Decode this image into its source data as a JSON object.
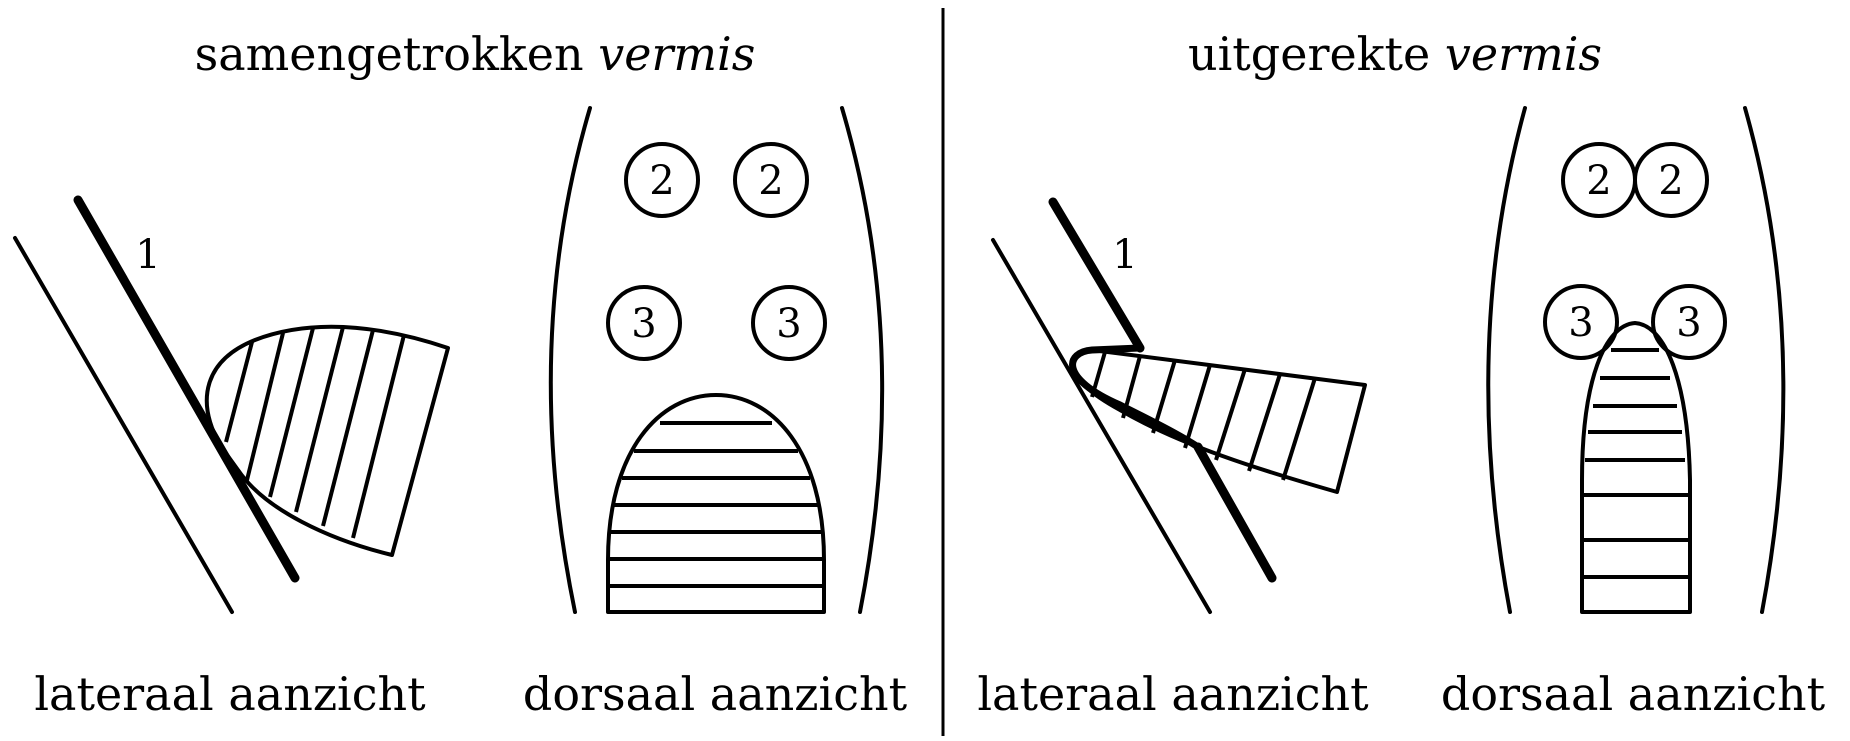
{
  "panels": {
    "left": {
      "title_prefix": "samengetrokken",
      "title_italic": "vermis",
      "lateral_caption": "lateraal aanzicht",
      "dorsal_caption": "dorsaal aanzicht",
      "label_1": "1",
      "labels_2": [
        "2",
        "2"
      ],
      "labels_3": [
        "3",
        "3"
      ]
    },
    "right": {
      "title_prefix": "uitgerekte",
      "title_italic": "vermis",
      "lateral_caption": "lateraal aanzicht",
      "dorsal_caption": "dorsaal aanzicht",
      "label_1": "1",
      "labels_2": [
        "2",
        "2"
      ],
      "labels_3": [
        "3",
        "3"
      ]
    }
  }
}
